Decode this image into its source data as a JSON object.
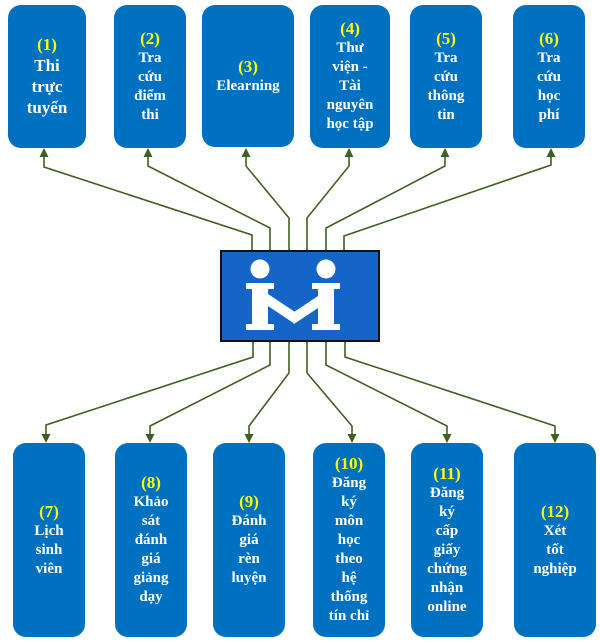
{
  "colors": {
    "box_fill": "#0070c0",
    "number_text": "#ffff00",
    "label_text": "#ffffff",
    "connector": "#3f5f23",
    "logo_fill": "#1565c8"
  },
  "center": {
    "logo_icon": "two-people-m-logo"
  },
  "top_nodes": [
    {
      "number": "(1)",
      "label": "Thi\ntrực\ntuyến"
    },
    {
      "number": "(2)",
      "label": "Tra\ncứu\nđiểm\nthi"
    },
    {
      "number": "(3)",
      "label": "Elearning"
    },
    {
      "number": "(4)",
      "label": "Thư\nviện -\nTài\nnguyên\nhọc tập"
    },
    {
      "number": "(5)",
      "label": "Tra\ncứu\nthông\ntin"
    },
    {
      "number": "(6)",
      "label": "Tra\ncứu\nhọc\nphí"
    }
  ],
  "bottom_nodes": [
    {
      "number": "(7)",
      "label": "Lịch\nsinh\nviên"
    },
    {
      "number": "(8)",
      "label": "Khảo\nsát\nđánh\ngiá\ngiảng\ndạy"
    },
    {
      "number": "(9)",
      "label": "Đánh\ngiá\nrèn\nluyện"
    },
    {
      "number": "(10)",
      "label": "Đăng\nký\nmôn\nhọc\ntheo\nhệ\nthống\ntín chỉ"
    },
    {
      "number": "(11)",
      "label": "Đăng\nký\ncấp\ngiấy\nchứng\nnhận\nonline"
    },
    {
      "number": "(12)",
      "label": "Xét\ntốt\nnghiệp"
    }
  ]
}
